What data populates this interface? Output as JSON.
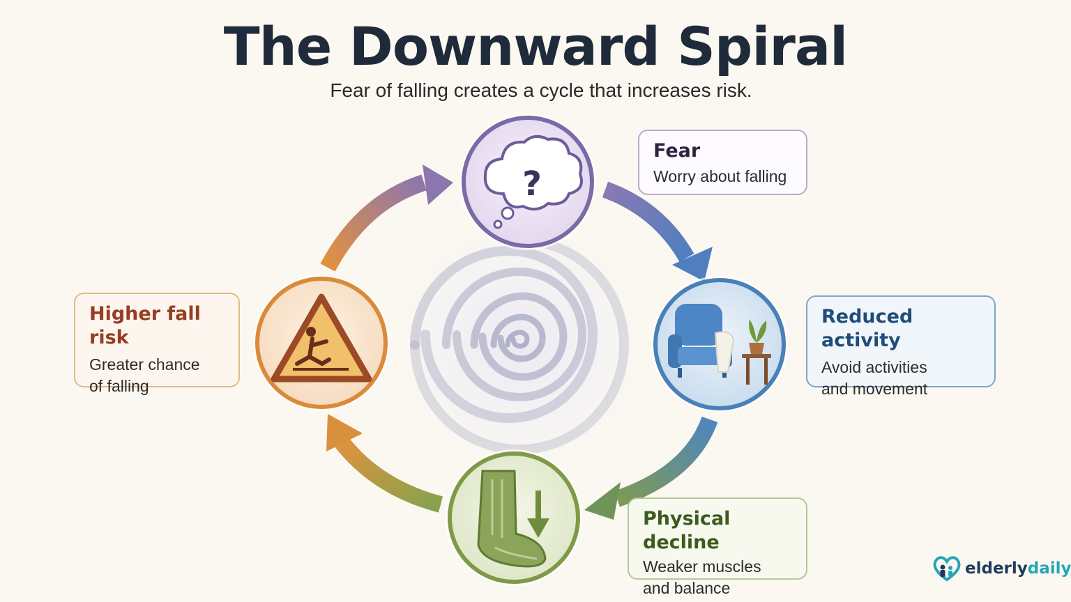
{
  "title": "The Downward Spiral",
  "subtitle": "Fear of falling creates a cycle that increases risk.",
  "stages": {
    "fear": {
      "heading": "Fear",
      "description": "Worry about falling"
    },
    "reduced_activity": {
      "heading": "Reduced activity",
      "description": "Avoid activities\nand movement"
    },
    "physical_decline": {
      "heading": "Physical decline",
      "description": "Weaker muscles\nand balance"
    },
    "higher_fall_risk": {
      "heading": "Higher fall risk",
      "description": "Greater chance\nof falling"
    }
  },
  "icons": {
    "fear": "thought-bubble-question-icon",
    "reduced_activity": "armchair-plant-icon",
    "physical_decline": "foot-down-arrow-icon",
    "higher_fall_risk": "slip-warning-icon",
    "center": "spiral-icon"
  },
  "colors": {
    "fear": "#7b6aa6",
    "reduced_activity": "#4a80b8",
    "physical_decline": "#7e9a48",
    "higher_fall_risk": "#d98a3a"
  },
  "logo": {
    "part1": "elderly",
    "part2": "daily"
  }
}
